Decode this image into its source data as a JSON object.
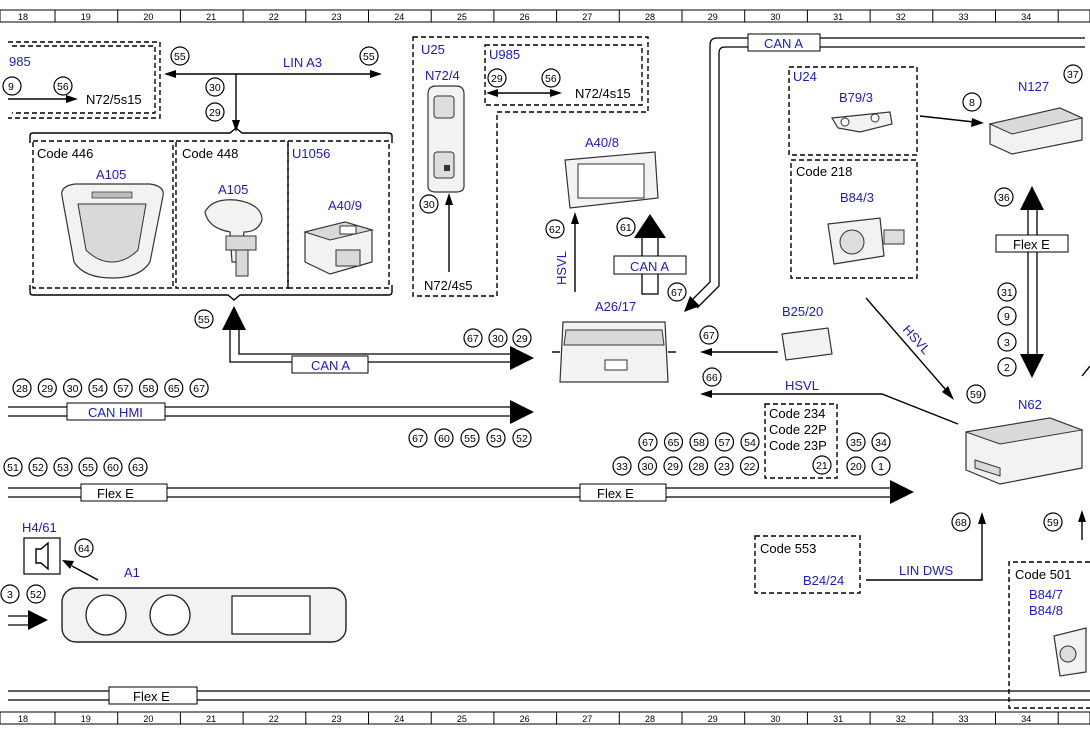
{
  "ruler": {
    "labels": [
      "18",
      "19",
      "20",
      "21",
      "22",
      "23",
      "24",
      "25",
      "26",
      "27",
      "28",
      "29",
      "30",
      "31",
      "32",
      "33",
      "34"
    ]
  },
  "components": {
    "u985_left": "985",
    "n72_5s15": "N72/5s15",
    "lin_a3": "LIN A3",
    "code446": "Code 446",
    "code448": "Code 448",
    "u1056": "U1056",
    "a105_a": "A105",
    "a105_b": "A105",
    "a40_9": "A40/9",
    "u25": "U25",
    "n72_4": "N72/4",
    "u985": "U985",
    "n72_4s15": "N72/4s15",
    "n72_4s5": "N72/4s5",
    "a40_8": "A40/8",
    "hsvl_v": "HSVL",
    "can_a_box": "CAN A",
    "a26_17": "A26/17",
    "can_a_top": "CAN A",
    "u24": "U24",
    "b79_3": "B79/3",
    "code218": "Code 218",
    "b84_3": "B84/3",
    "n127": "N127",
    "flex_e_v": "Flex E",
    "b25_20": "B25/20",
    "hsvl_h": "HSVL",
    "hsvl_diag": "HSVL",
    "code234": "Code 234",
    "code22p": "Code 22P",
    "code23p": "Code 23P",
    "n62": "N62",
    "can_a_mid": "CAN A",
    "can_hmi": "CAN HMI",
    "flex_e_1": "Flex E",
    "flex_e_2": "Flex E",
    "flex_e_bottom": "Flex E",
    "h4_61": "H4/61",
    "a1": "A1",
    "code553": "Code 553",
    "b24_24": "B24/24",
    "lin_dws": "LIN DWS",
    "code501": "Code 501",
    "b84_7": "B84/7",
    "b84_8": "B84/8"
  },
  "circles": {
    "c9": "9",
    "c56a": "56",
    "c55a": "55",
    "c55b": "55",
    "c30a": "30",
    "c29a": "29",
    "c29b": "29",
    "c56b": "56",
    "c30b": "30",
    "c62": "62",
    "c61": "61",
    "c67a": "67",
    "c8": "8",
    "c37": "37",
    "c36": "36",
    "c31": "31",
    "c9b": "9",
    "c3": "3",
    "c2": "2",
    "c55c": "55",
    "c67b": "67",
    "c30c": "30",
    "c29c": "29",
    "c67c": "67",
    "c66": "66",
    "c59a": "59",
    "r28": "28",
    "r29": "29",
    "r30": "30",
    "r54": "54",
    "r57": "57",
    "r58": "58",
    "r65": "65",
    "r67": "67",
    "s67": "67",
    "s60": "60",
    "s55": "55",
    "s53": "53",
    "s52": "52",
    "f67": "67",
    "f65": "65",
    "f58": "58",
    "f57": "57",
    "f54": "54",
    "f33": "33",
    "f30": "30",
    "f29": "29",
    "f28": "28",
    "f23": "23",
    "f22": "22",
    "f21": "21",
    "f35": "35",
    "f34": "34",
    "f20": "20",
    "f1": "1",
    "g51": "51",
    "g52": "52",
    "g53": "53",
    "g55": "55",
    "g60": "60",
    "g63": "63",
    "c64": "64",
    "c3b": "3",
    "c52b": "52",
    "c68": "68",
    "c59b": "59"
  }
}
